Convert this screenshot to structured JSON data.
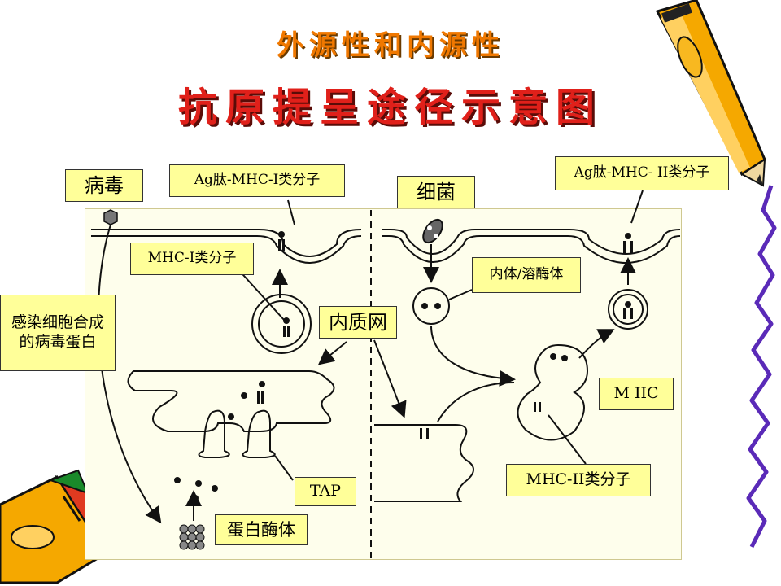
{
  "slide": {
    "title_line1": "外源性和内源性",
    "title_line2": "抗原提呈途径示意图"
  },
  "labels": {
    "virus": "病毒",
    "ag_mhc1": "Ag肽-MHC-I类分子",
    "mhc1": "MHC-I类分子",
    "infected": "感染细胞合成的病毒蛋白",
    "er": "内质网",
    "tap": "TAP",
    "proteasome": "蛋白酶体",
    "bacteria": "细菌",
    "endosome": "内体/溶酶体",
    "ag_mhc2": "Ag肽-MHC- II类分子",
    "miic": "M IIC",
    "mhc2": "MHC-II类分子"
  },
  "colors": {
    "title1": "#f07800",
    "title2": "#e0201a",
    "label_fill": "#ffff99",
    "panel_fill": "#fefeec",
    "pencil_body": "#f5a800",
    "pencil_tip": "#f0d8a0",
    "squiggle": "#5a2ab8"
  },
  "icons": [
    "pencil-decoration",
    "squiggle-decoration",
    "virus-icon",
    "bacterium-icon"
  ]
}
